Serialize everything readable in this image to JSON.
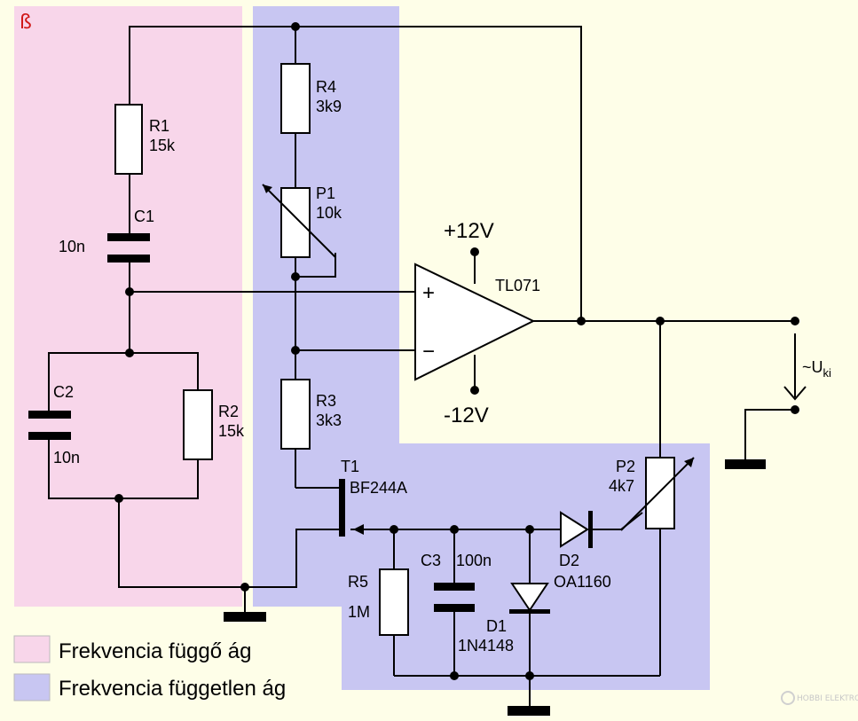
{
  "colors": {
    "freq_dependent_branch": "#f8d6ea",
    "freq_independent_branch": "#c8c6f2",
    "beta_label": "#d01818",
    "background": "#fefee8"
  },
  "beta_label": "ß",
  "components": {
    "R1": {
      "name": "R1",
      "value": "15k"
    },
    "C1": {
      "name": "C1",
      "value": "10n"
    },
    "C2": {
      "name": "C2",
      "value": "10n"
    },
    "R2": {
      "name": "R2",
      "value": "15k"
    },
    "R4": {
      "name": "R4",
      "value": "3k9"
    },
    "P1": {
      "name": "P1",
      "value": "10k"
    },
    "R3": {
      "name": "R3",
      "value": "3k3"
    },
    "T1": {
      "name": "T1",
      "value": "BF244A"
    },
    "R5": {
      "name": "R5",
      "value": "1M"
    },
    "C3": {
      "name": "C3",
      "value": "100n"
    },
    "D1": {
      "name": "D1",
      "value": "1N4148"
    },
    "D2": {
      "name": "D2",
      "value": "OA1160"
    },
    "P2": {
      "name": "P2",
      "value": "4k7"
    },
    "opamp": {
      "name": "TL071",
      "plus_sign": "+",
      "minus_sign": "−"
    }
  },
  "supply": {
    "positive": "+12V",
    "negative": "-12V"
  },
  "output": {
    "tilde": "~U",
    "subscript": "ki"
  },
  "legend": {
    "dependent": "Frekvencia függő ág",
    "independent": "Frekvencia független ág"
  },
  "watermark": "HOBBI ELEKTRONIKA"
}
